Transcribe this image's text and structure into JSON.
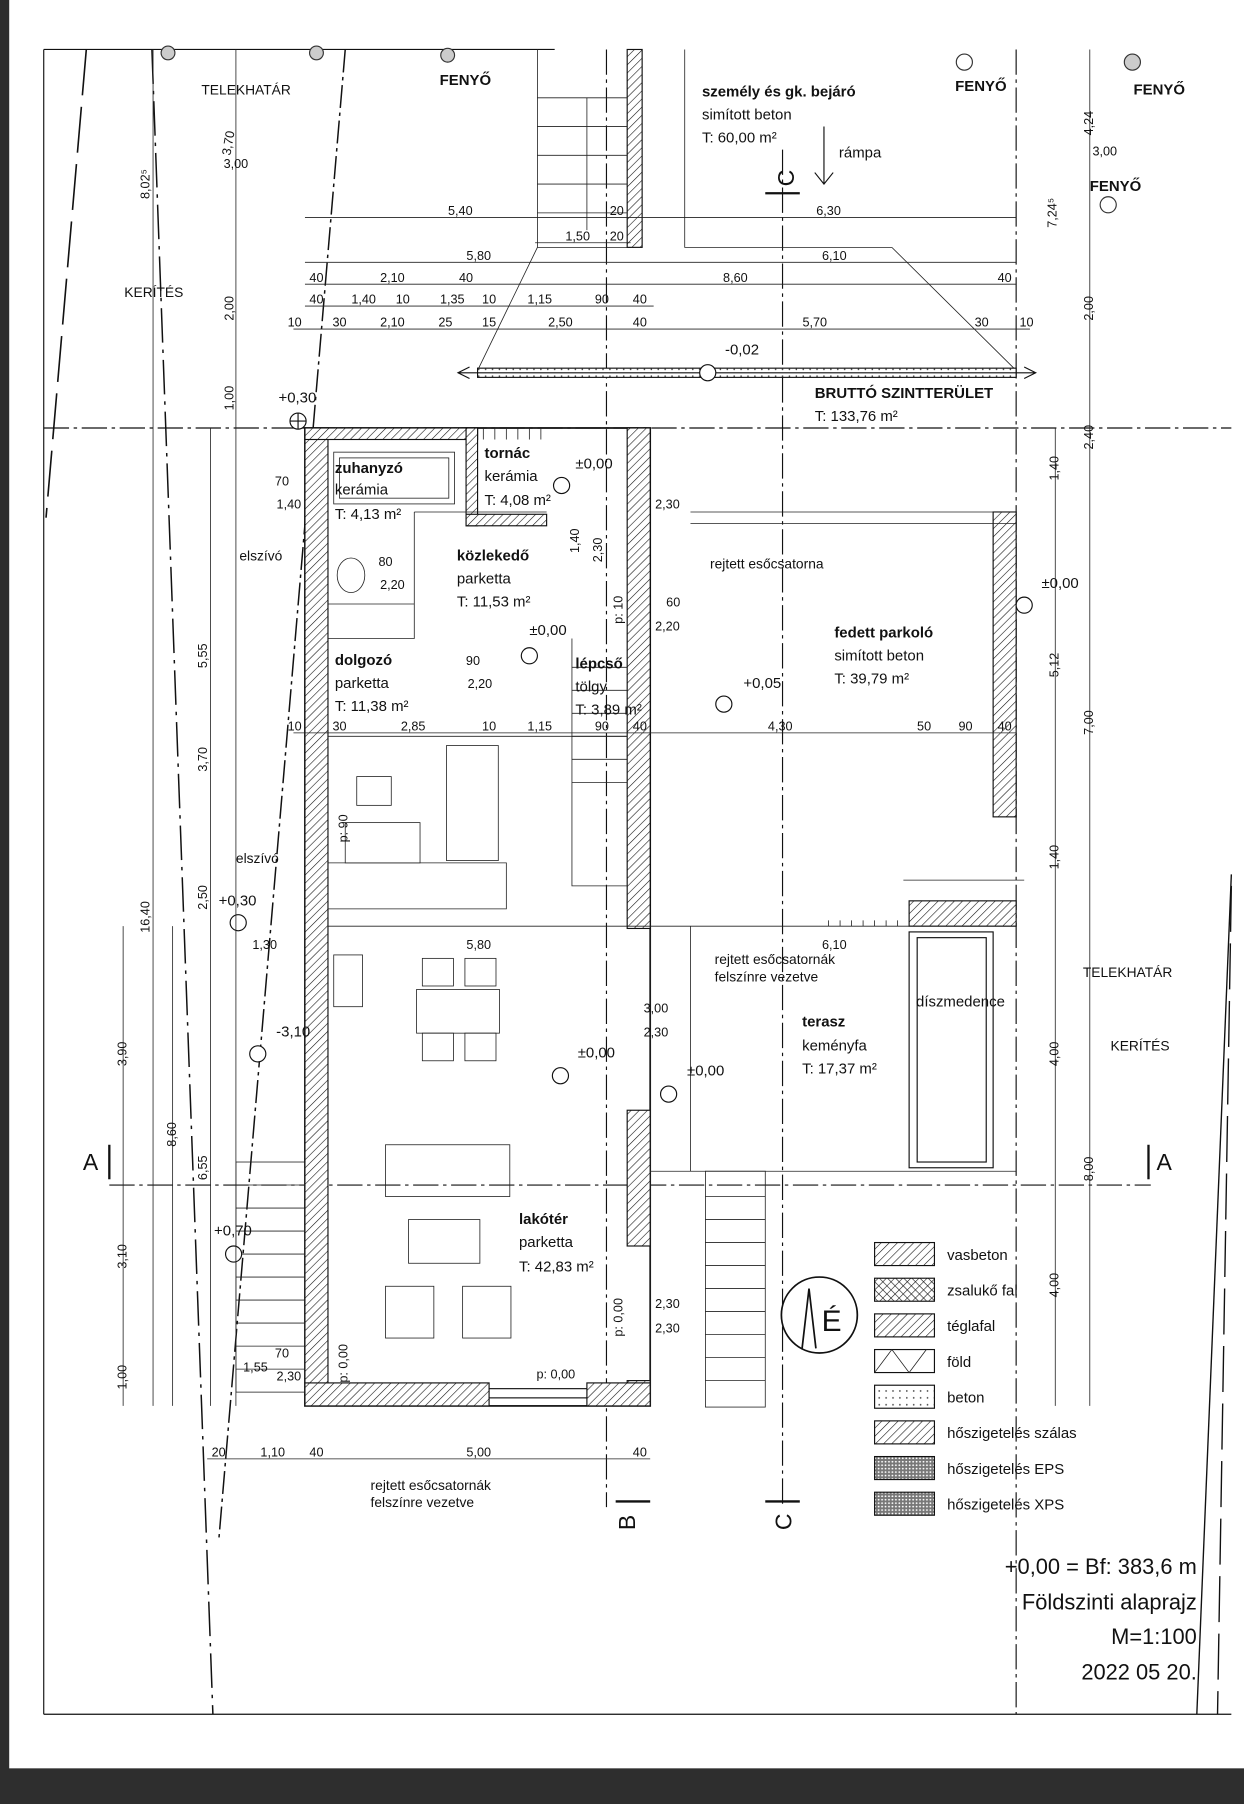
{
  "title_block": {
    "reference_level": "+0,00 = Bf: 383,6 m",
    "drawing_title": "Földszinti alaprajz",
    "scale": "M=1:100",
    "date": "2022 05 20."
  },
  "rooms": {
    "zuhanyzo": {
      "name": "zuhanyzó",
      "finish": "kerámia",
      "area": "T: 4,13 m²"
    },
    "tornac": {
      "name": "tornác",
      "finish": "kerámia",
      "area": "T: 4,08 m²"
    },
    "kozlekedo": {
      "name": "közlekedő",
      "finish": "parketta",
      "area": "T: 11,53 m²"
    },
    "dolgozo": {
      "name": "dolgozó",
      "finish": "parketta",
      "area": "T: 11,38 m²"
    },
    "lepcso": {
      "name": "lépcső",
      "finish": "tölgy",
      "area": "T: 3,89 m²"
    },
    "fedett_parkolo": {
      "name": "fedett parkoló",
      "finish": "simított beton",
      "area": "T: 39,79 m²"
    },
    "terasz": {
      "name": "terasz",
      "finish": "keményfa",
      "area": "T: 17,37 m²"
    },
    "lakoter": {
      "name": "lakótér",
      "finish": "parketta",
      "area": "T: 42,83 m²"
    },
    "diszmedence": {
      "name": "díszmedence"
    },
    "bejaro": {
      "name": "személy és gk. bejáró",
      "finish": "simított beton",
      "area": "T: 60,00 m²"
    },
    "brutto": {
      "name": "BRUTTÓ SZINTTERÜLET",
      "area": "T: 133,76 m²"
    }
  },
  "site_labels": {
    "fenyo": "FENYŐ",
    "telekhatar": "TELEKHATÁR",
    "kerites": "KERÍTÉS",
    "rampa": "rámpa",
    "elszivo": "elszívó",
    "rejtett_1": "rejtett esőcsatorna",
    "rejtett_2a": "rejtett esőcsatornák",
    "rejtett_2b": "felszínre vezetve"
  },
  "levels": [
    "+0,30",
    "±0,00",
    "-0,02",
    "±0,00",
    "+0,05",
    "±0,00",
    "+0,30",
    "-3,10",
    "±0,00",
    "±0,00",
    "+0,70"
  ],
  "sections": {
    "a": "A",
    "b": "B",
    "c": "C"
  },
  "north_label": "É",
  "legend": [
    "vasbeton",
    "zsalukő fal",
    "téglafal",
    "föld",
    "beton",
    "hőszigetelés szálas",
    "hőszigetelés EPS",
    "hőszigetelés XPS"
  ],
  "dims": {
    "top1": [
      "5,40",
      "20",
      "6,30"
    ],
    "top2": [
      "1,50",
      "20"
    ],
    "top3": [
      "5,80",
      "6,10"
    ],
    "top4": [
      "40",
      "2,10",
      "40",
      "8,60",
      "40"
    ],
    "top5": [
      "40",
      "1,40",
      "10",
      "1,35",
      "10",
      "1,15",
      "90",
      "40"
    ],
    "top6": [
      "10",
      "30",
      "2,10",
      "25",
      "15",
      "2,50",
      "40",
      "5,70",
      "30",
      "10"
    ],
    "left": [
      "8,02⁵",
      "3,70",
      "3,00",
      "2,00",
      "1,00",
      "16,40",
      "5,55",
      "3,70",
      "2,50",
      "3,90",
      "8,60",
      "6,55",
      "3,10",
      "1,00"
    ],
    "right": [
      "4,24",
      "3,00",
      "7,24⁵",
      "2,00",
      "2,40",
      "1,40",
      "5,12",
      "7,00",
      "1,40",
      "4,00",
      "8,00",
      "4,00"
    ],
    "mid": [
      "10",
      "30",
      "2,85",
      "10",
      "1,15",
      "90",
      "40",
      "4,30",
      "50",
      "90",
      "40"
    ],
    "bottom": [
      "20",
      "1,10",
      "40",
      "5,00",
      "40"
    ],
    "misc": [
      "1,30",
      "5,80",
      "6,10",
      "70",
      "1,40",
      "80",
      "2,20",
      "90",
      "2,20",
      "60",
      "2,20",
      "1,40",
      "2,30",
      "2,30",
      "3,00",
      "2,30",
      "2,30",
      "2,30",
      "70",
      "1,55",
      "2,30",
      "p: 0,00",
      "p: 0,00",
      "p: 0,00",
      "p: 90",
      "p: 10"
    ]
  }
}
